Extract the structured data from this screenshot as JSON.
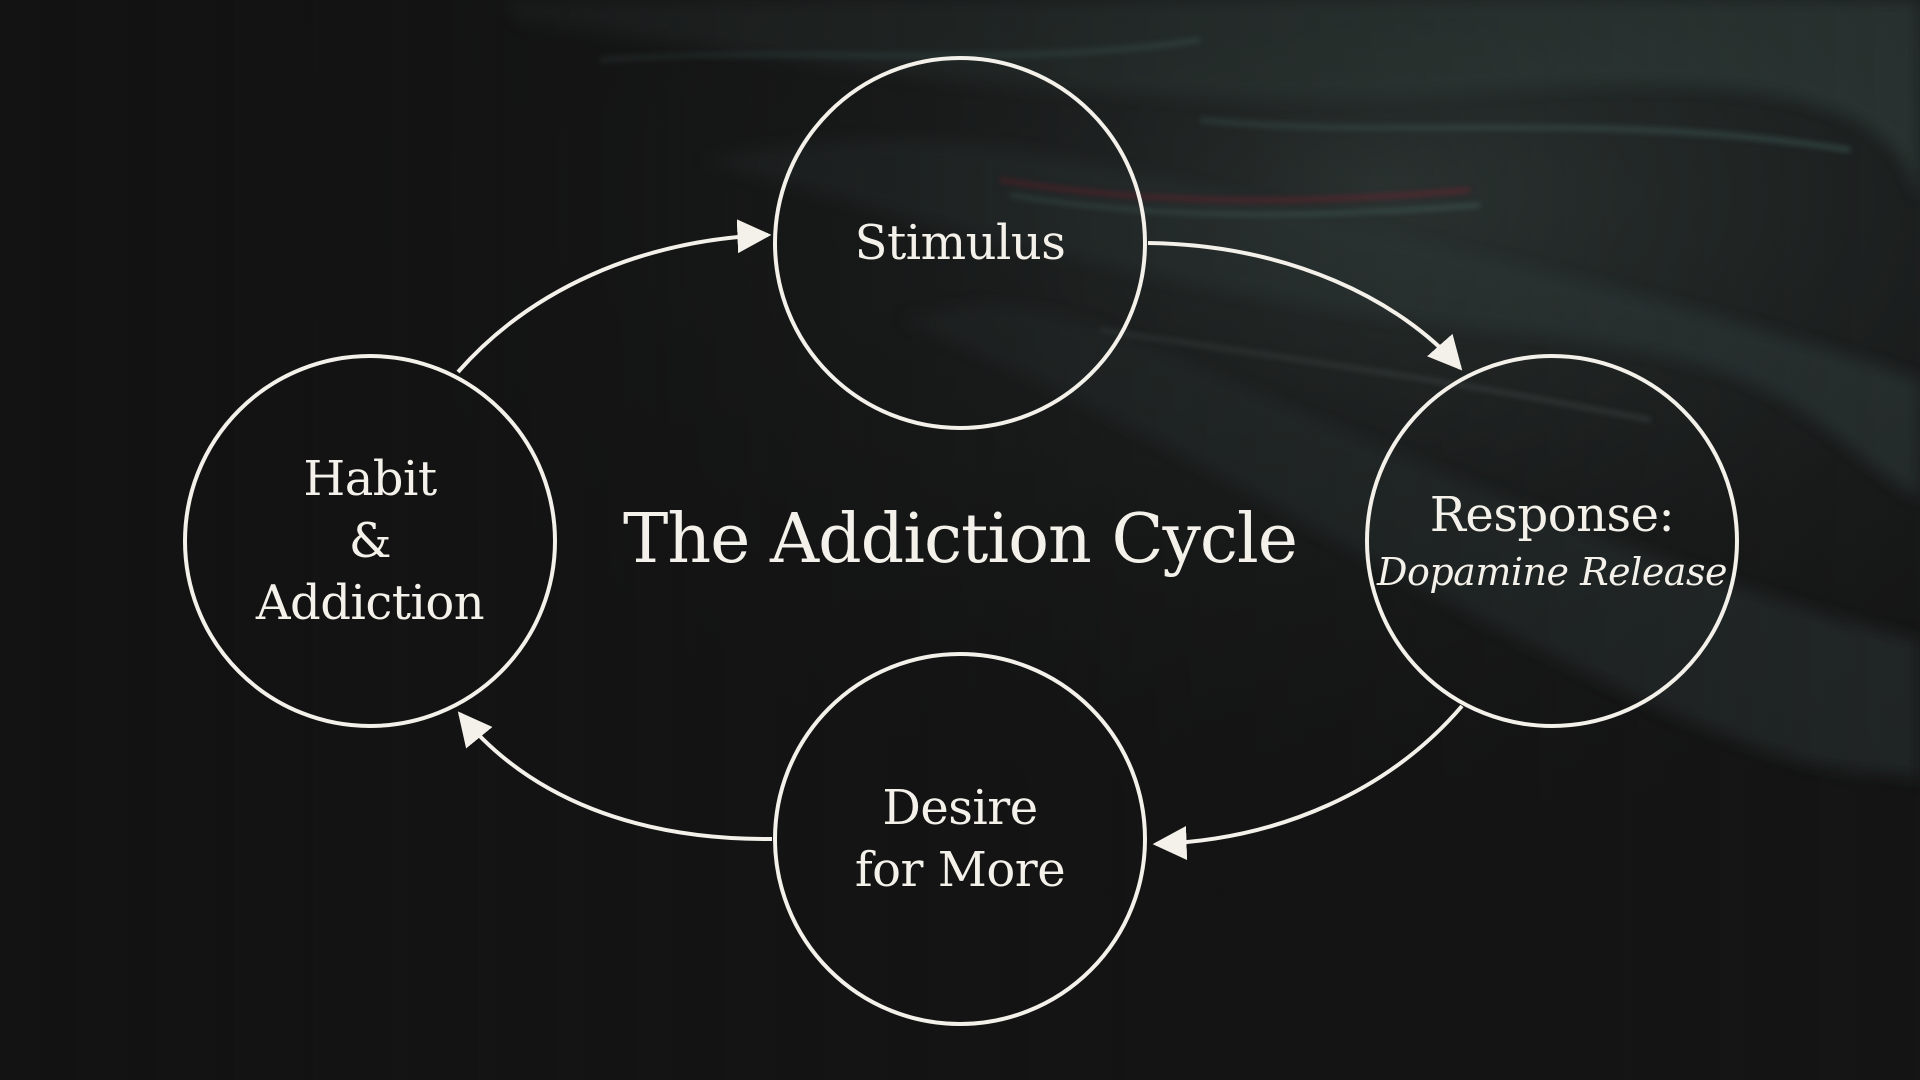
{
  "diagram": {
    "title": "The Addiction Cycle",
    "nodes": {
      "stimulus": {
        "lines": [
          "Stimulus"
        ]
      },
      "response": {
        "lines": [
          "Response:"
        ],
        "subtitle": "Dopamine Release"
      },
      "desire": {
        "lines": [
          "Desire",
          "for More"
        ]
      },
      "habit": {
        "lines": [
          "Habit",
          "&",
          "Addiction"
        ]
      }
    },
    "cycle_order": [
      "stimulus",
      "response",
      "desire",
      "habit"
    ]
  },
  "colors": {
    "background": "#151515",
    "stroke": "#f4f1ea",
    "text": "#f4f1ea",
    "accent_teal": "#5a8a80",
    "accent_red": "#8a2a3a"
  }
}
